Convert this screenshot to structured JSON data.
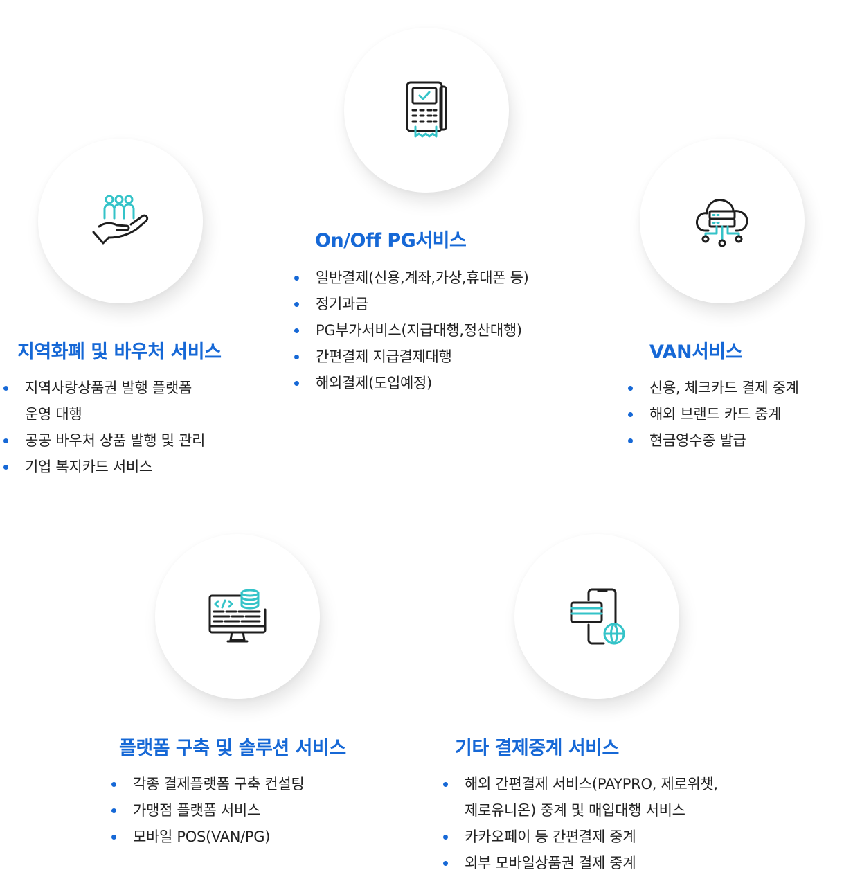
{
  "colors": {
    "accent": "#1668d6",
    "icon_teal": "#34c3c8",
    "icon_stroke": "#1e1e1e"
  },
  "services": [
    {
      "icon": "pos-terminal-icon",
      "title": "On/Off PG서비스",
      "items": [
        "일반결제(신용,계좌,가상,휴대폰 등)",
        "정기과금",
        "PG부가서비스(지급대행,정산대행)",
        "간편결제 지급결제대행",
        "해외결제(도입예정)"
      ]
    },
    {
      "icon": "hand-people-icon",
      "title": "지역화폐 및 바우처 서비스",
      "items": [
        "지역사랑상품권 발행 플랫폼",
        "운영 대행",
        "공공 바우처 상품 발행 및 관리",
        "기업 복지카드 서비스"
      ]
    },
    {
      "icon": "cloud-server-icon",
      "title": "VAN서비스",
      "items": [
        "신용, 체크카드 결제 중계",
        "해외 브랜드 카드 중계",
        "현금영수증 발급"
      ]
    },
    {
      "icon": "monitor-code-icon",
      "title": "플랫폼 구축 및 솔루션 서비스",
      "items": [
        "각종 결제플랫폼 구축 컨설팅",
        "가맹점 플랫폼 서비스",
        "모바일 POS(VAN/PG)"
      ]
    },
    {
      "icon": "mobile-card-globe-icon",
      "title": "기타 결제중계 서비스",
      "items": [
        "해외 간편결제 서비스(PAYPRO, 제로위챗,",
        "제로유니온) 중계 및 매입대행 서비스",
        "카카오페이 등 간편결제 중계",
        "외부 모바일상품권 결제 중계"
      ]
    }
  ]
}
